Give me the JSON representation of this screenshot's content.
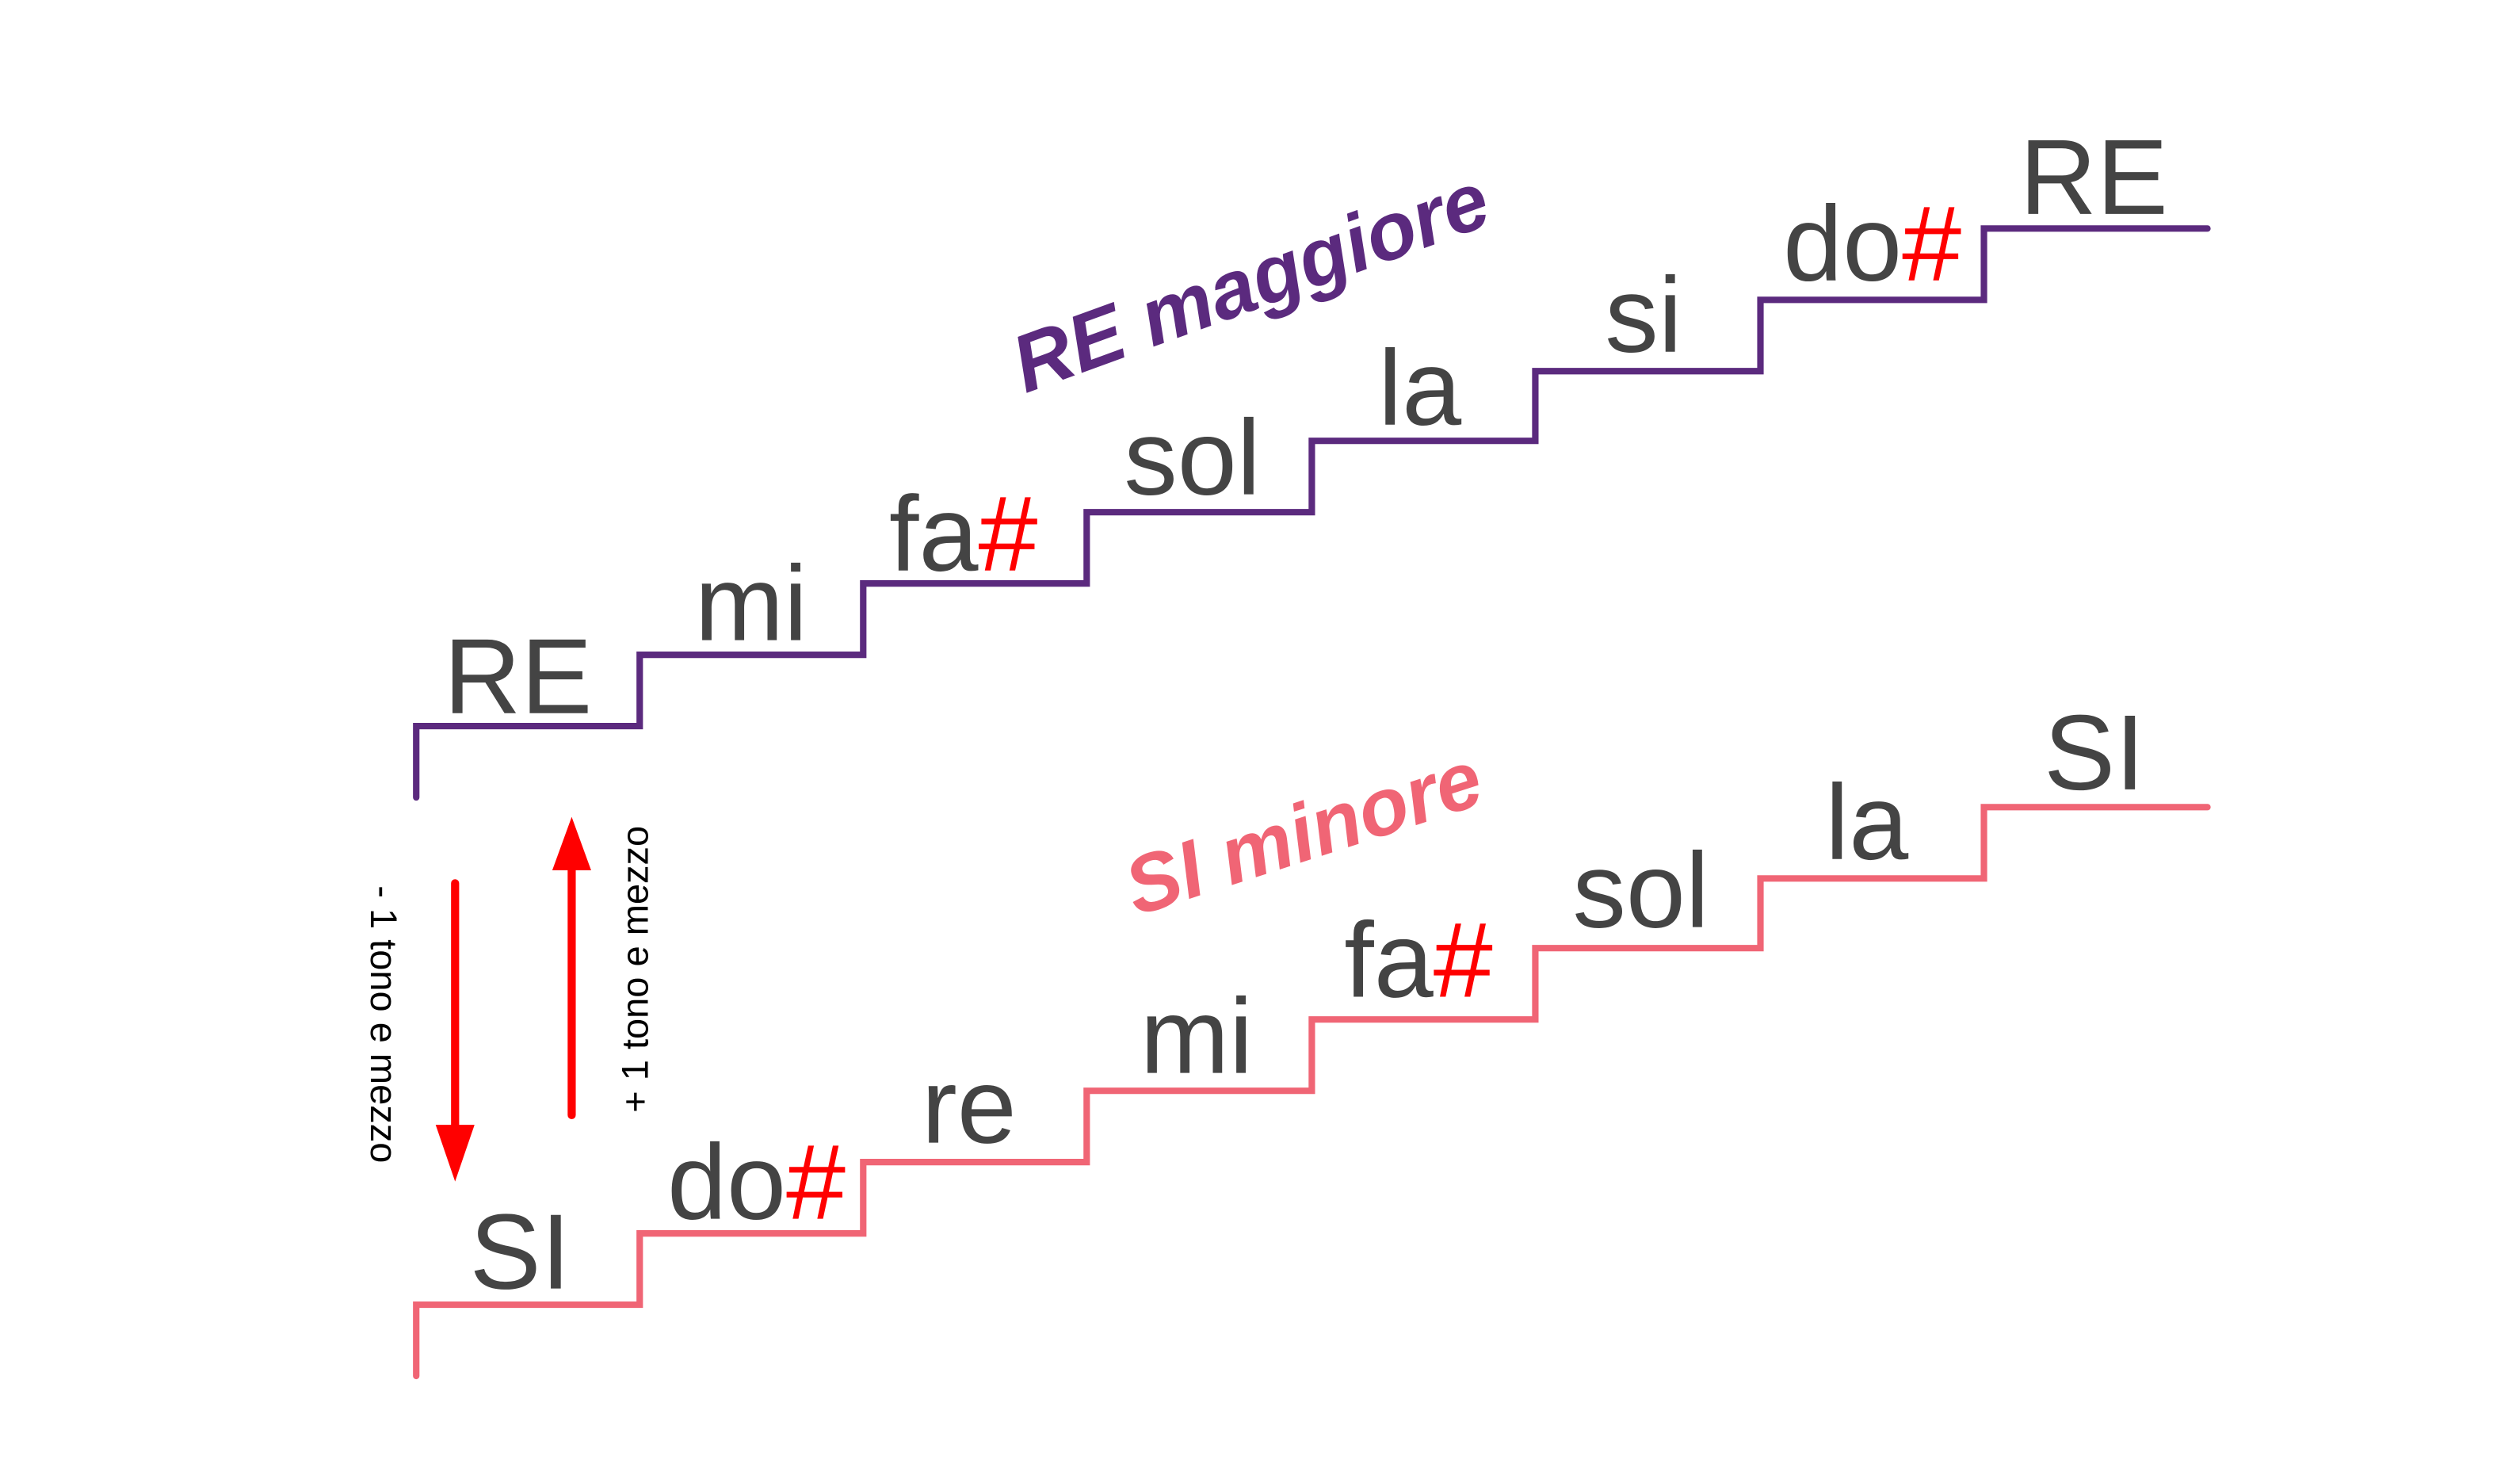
{
  "colors": {
    "major": "#5b2a7e",
    "minor": "#f06575",
    "sharp": "#ff0000",
    "note": "#444444",
    "arrow": "#ff0000"
  },
  "major_scale": {
    "title": "RE maggiore",
    "notes": [
      {
        "name": "RE",
        "sharp": ""
      },
      {
        "name": "mi",
        "sharp": ""
      },
      {
        "name": "fa",
        "sharp": "#"
      },
      {
        "name": "sol",
        "sharp": ""
      },
      {
        "name": "la",
        "sharp": ""
      },
      {
        "name": "si",
        "sharp": ""
      },
      {
        "name": "do",
        "sharp": "#"
      },
      {
        "name": "RE",
        "sharp": ""
      }
    ]
  },
  "minor_scale": {
    "title": "SI minore",
    "notes": [
      {
        "name": "SI",
        "sharp": ""
      },
      {
        "name": "do",
        "sharp": "#"
      },
      {
        "name": "re",
        "sharp": ""
      },
      {
        "name": "mi",
        "sharp": ""
      },
      {
        "name": "fa",
        "sharp": "#"
      },
      {
        "name": "sol",
        "sharp": ""
      },
      {
        "name": "la",
        "sharp": ""
      },
      {
        "name": "SI",
        "sharp": ""
      }
    ]
  },
  "arrows": {
    "down_label": "- 1 tono e mezzo",
    "up_label": "+ 1 tono e mezzo"
  }
}
